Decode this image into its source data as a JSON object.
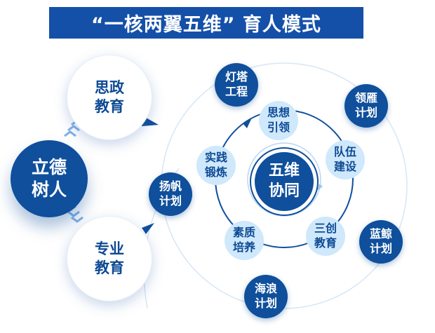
{
  "title": "“一核两翼五维” 育人模式",
  "core": {
    "label": "立德\n树人"
  },
  "wings": {
    "top": "思政\n教育",
    "bottom": "专业\n教育"
  },
  "center": {
    "label": "五维\n协同"
  },
  "inner_ring": [
    "思想\n引领",
    "队伍\n建设",
    "三创\n教育",
    "素质\n培养",
    "实践\n锻炼"
  ],
  "outer_ring": [
    "灯塔\n工程",
    "领雁\n计划",
    "蓝鲸\n计划",
    "海浪\n计划",
    "扬帆\n计划"
  ],
  "colors": {
    "primary": "#0f4f9c",
    "title_bg": "#1450a8",
    "light_fill": "#cfe8fb",
    "ring_stroke": "#c9ddf0",
    "chevron": "#7fb2e6"
  }
}
